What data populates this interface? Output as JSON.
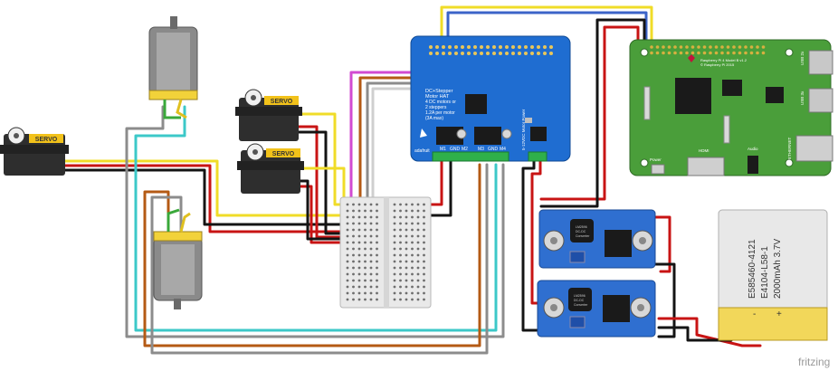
{
  "servo_label": "SERVO",
  "hat": {
    "title_lines": [
      "DC+Stepper",
      "Motor HAT",
      "4 DC motors or",
      "2 steppers",
      "1.2A per motor",
      "(3A max)"
    ],
    "motor_labels": [
      "M1",
      "GND",
      "M2",
      "M3",
      "GND",
      "M4"
    ],
    "power_label": "5-12VDC Motor Power",
    "brand": "adafruit"
  },
  "pi": {
    "model_text": "Raspberry Pi 4 Model B v1.2",
    "copyright_text": "© Raspberry Pi 2015",
    "port_labels": [
      "USB 2x",
      "USB 3x",
      "ETHERNET",
      "HDMI",
      "Audio",
      "Power"
    ]
  },
  "buck_text": [
    "LM2596",
    "DC-DC",
    "Converter"
  ],
  "battery": {
    "lines": [
      "E585460-4121",
      "E4104-L58-1",
      "2000mAh 3.7V"
    ],
    "minus": "-",
    "plus": "+"
  },
  "watermark": "fritzing",
  "colors": {
    "wire_red": "#c81414",
    "wire_black": "#141414",
    "wire_yellow": "#f0dc28",
    "wire_cyan": "#3cc8c8",
    "wire_gray": "#8c8c8c",
    "wire_brown": "#b45a14",
    "wire_magenta": "#d24ad2",
    "wire_blue": "#3c64c8",
    "hat_blue": "#1f6dd1",
    "pi_green": "#4a9e3a",
    "buck_blue": "#2f6fd0",
    "battery_yellow": "#f2d75a"
  }
}
